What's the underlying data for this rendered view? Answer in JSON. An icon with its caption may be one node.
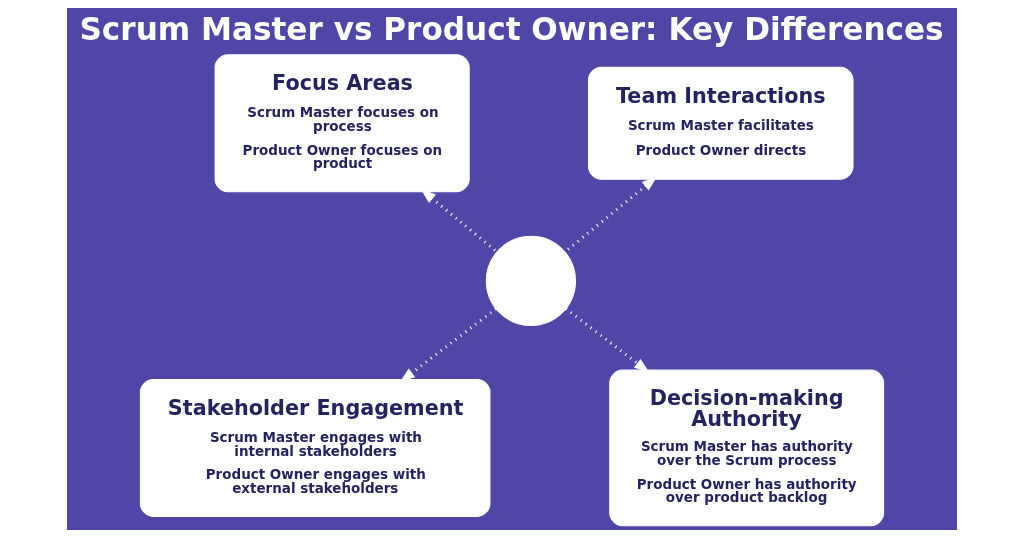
{
  "diagram": {
    "title": "Scrum Master vs Product Owner: Key Differences",
    "nodes": [
      {
        "text": [
          "Focus Areas",
          "Scrum Master focuses on process",
          "Product Owner focuses on product"
        ]
      },
      {
        "text": [
          "Team Interactions",
          "Scrum Master facilitates",
          "Product Owner directs"
        ]
      },
      {
        "text": [],
        "shape": "circle"
      },
      {
        "text": [
          "Stakeholder Engagement",
          "Scrum Master engages with internal stakeholders",
          "Product Owner engages with external stakeholders"
        ]
      },
      {
        "text": [
          "Decision-making Authority",
          "Scrum Master has authority over the Scrum process",
          "Product Owner has authority over product backlog"
        ]
      }
    ],
    "edges": [
      {
        "from": 2,
        "to": 0,
        "arrow": "to",
        "style": "dashed"
      },
      {
        "from": 2,
        "to": 1,
        "arrow": "to",
        "style": "dashed"
      },
      {
        "from": 2,
        "to": 3,
        "arrow": "to",
        "style": "dashed"
      },
      {
        "from": 2,
        "to": 4,
        "arrow": "to",
        "style": "dashed"
      }
    ]
  }
}
